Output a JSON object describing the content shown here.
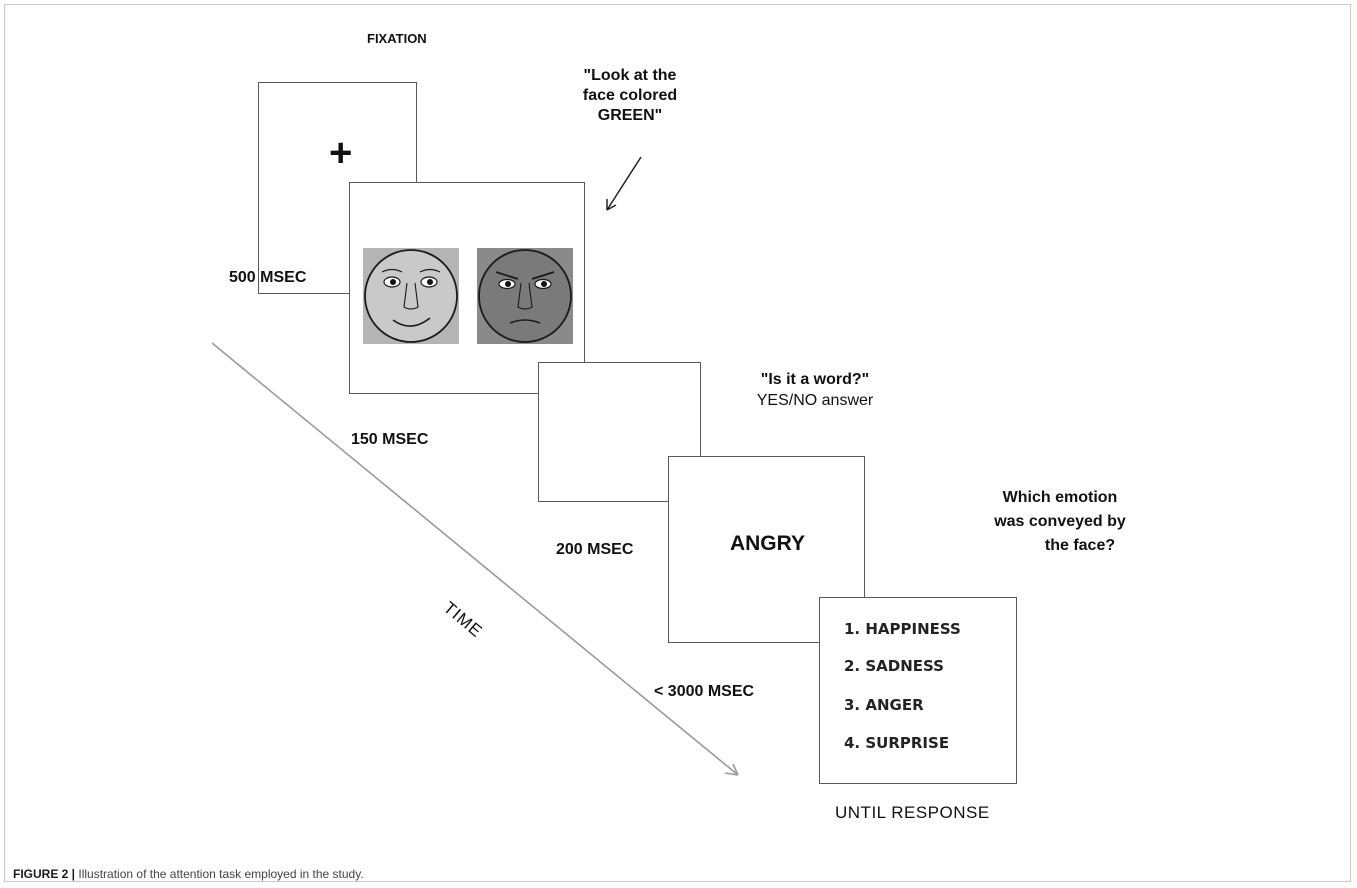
{
  "labels": {
    "fixation": "FIXATION",
    "instruction_line1": "\"Look at the",
    "instruction_line2": "face colored",
    "instruction_line3": "GREEN\"",
    "t500": "500 MSEC",
    "t150": "150 MSEC",
    "t200": "200 MSEC",
    "t3000": "< 3000 MSEC",
    "word_question_line1": "\"Is it a word?\"",
    "word_question_line2": "YES/NO answer",
    "emotion_question_line1": "Which emotion",
    "emotion_question_line2": "was conveyed by",
    "emotion_question_line3": "the face?",
    "time_axis": "TIME",
    "until_response": "UNTIL RESPONSE"
  },
  "fixation_symbol": "+",
  "target_word": "ANGRY",
  "response_options": [
    "1. HAPPINESS",
    "2. SADNESS",
    "3. ANGER",
    "4. SURPRISE"
  ],
  "faces": [
    {
      "expression": "happy",
      "background": "#b4b4b4",
      "fill": "#c9c9c9"
    },
    {
      "expression": "angry",
      "background": "#8a8a8a",
      "fill": "#7a7a7a"
    }
  ],
  "caption": {
    "tag": "FIGURE 2 |",
    "text": " Illustration of the attention task employed in the study."
  }
}
